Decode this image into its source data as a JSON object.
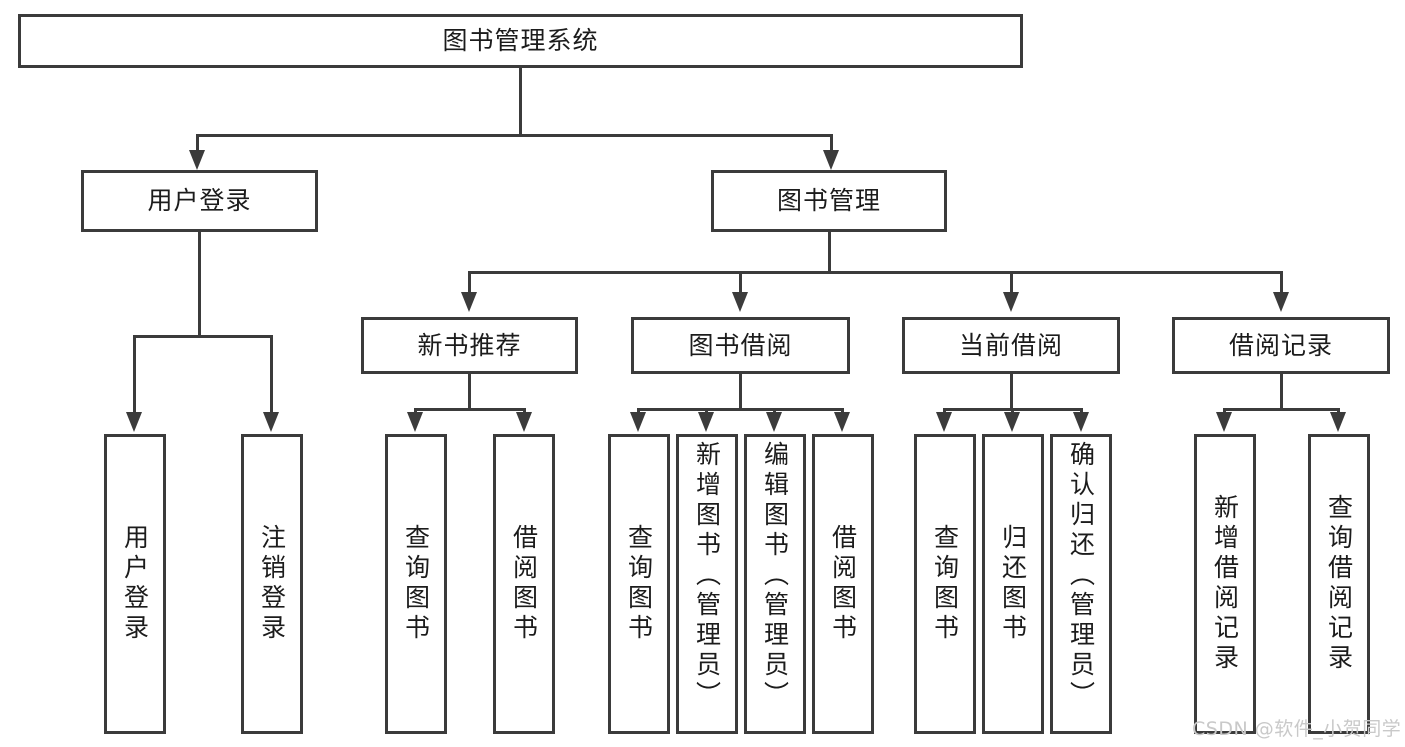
{
  "diagram": {
    "title": "图书管理系统",
    "type": "tree-hierarchy",
    "root": {
      "label": "图书管理系统"
    },
    "level2": [
      {
        "label": "用户登录"
      },
      {
        "label": "图书管理"
      }
    ],
    "level3": [
      {
        "label": "新书推荐"
      },
      {
        "label": "图书借阅"
      },
      {
        "label": "当前借阅"
      },
      {
        "label": "借阅记录"
      }
    ],
    "leaves": {
      "user_login": [
        {
          "label": "用户登录"
        },
        {
          "label": "注销登录"
        }
      ],
      "new_book_recommend": [
        {
          "label": "查询图书"
        },
        {
          "label": "借阅图书"
        }
      ],
      "book_borrow": [
        {
          "label": "查询图书"
        },
        {
          "label": "新增图书（管理员）"
        },
        {
          "label": "编辑图书（管理员）"
        },
        {
          "label": "借阅图书"
        }
      ],
      "current_borrow": [
        {
          "label": "查询图书"
        },
        {
          "label": "归还图书"
        },
        {
          "label": "确认归还（管理员）"
        }
      ],
      "borrow_record": [
        {
          "label": "新增借阅记录"
        },
        {
          "label": "查询借阅记录"
        }
      ]
    }
  },
  "watermark": {
    "text": "CSDN @软件_小贺同学"
  },
  "colors": {
    "stroke": "#3b3b3b",
    "background": "#ffffff",
    "text": "#1c1c1c",
    "watermark": "#c9c9c9"
  }
}
